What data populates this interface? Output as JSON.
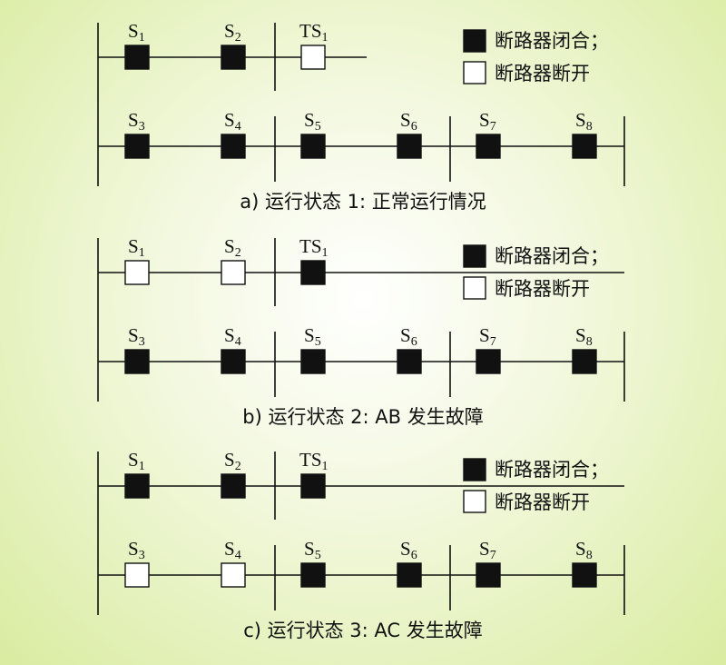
{
  "legend": {
    "closed_label": "断路器闭合；",
    "open_label": "断路器断开"
  },
  "panels": [
    {
      "id": "a",
      "caption": "a) 运行状态 1: 正常运行情况",
      "switches": [
        {
          "name": "S",
          "sub": "1",
          "state": "closed"
        },
        {
          "name": "S",
          "sub": "2",
          "state": "closed"
        },
        {
          "name": "TS",
          "sub": "1",
          "state": "open"
        },
        {
          "name": "S",
          "sub": "3",
          "state": "closed"
        },
        {
          "name": "S",
          "sub": "4",
          "state": "closed"
        },
        {
          "name": "S",
          "sub": "5",
          "state": "closed"
        },
        {
          "name": "S",
          "sub": "6",
          "state": "closed"
        },
        {
          "name": "S",
          "sub": "7",
          "state": "closed"
        },
        {
          "name": "S",
          "sub": "8",
          "state": "closed"
        }
      ]
    },
    {
      "id": "b",
      "caption": "b) 运行状态 2: AB 发生故障",
      "switches": [
        {
          "name": "S",
          "sub": "1",
          "state": "open"
        },
        {
          "name": "S",
          "sub": "2",
          "state": "open"
        },
        {
          "name": "TS",
          "sub": "1",
          "state": "closed"
        },
        {
          "name": "S",
          "sub": "3",
          "state": "closed"
        },
        {
          "name": "S",
          "sub": "4",
          "state": "closed"
        },
        {
          "name": "S",
          "sub": "5",
          "state": "closed"
        },
        {
          "name": "S",
          "sub": "6",
          "state": "closed"
        },
        {
          "name": "S",
          "sub": "7",
          "state": "closed"
        },
        {
          "name": "S",
          "sub": "8",
          "state": "closed"
        }
      ]
    },
    {
      "id": "c",
      "caption": "c) 运行状态 3: AC 发生故障",
      "switches": [
        {
          "name": "S",
          "sub": "1",
          "state": "closed"
        },
        {
          "name": "S",
          "sub": "2",
          "state": "closed"
        },
        {
          "name": "TS",
          "sub": "1",
          "state": "closed"
        },
        {
          "name": "S",
          "sub": "3",
          "state": "open"
        },
        {
          "name": "S",
          "sub": "4",
          "state": "open"
        },
        {
          "name": "S",
          "sub": "5",
          "state": "closed"
        },
        {
          "name": "S",
          "sub": "6",
          "state": "closed"
        },
        {
          "name": "S",
          "sub": "7",
          "state": "closed"
        },
        {
          "name": "S",
          "sub": "8",
          "state": "closed"
        }
      ]
    }
  ]
}
